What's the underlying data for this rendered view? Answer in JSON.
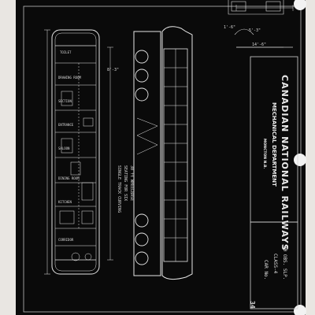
{
  "title_block": {
    "company": "CANADIAN NATIONAL RAILWAYS",
    "department": "MECHANICAL DEPARTMENT",
    "location": "MONCTON N.B."
  },
  "plan_labels": [
    "TOILET",
    "DRAWING ROOM",
    "SECTION",
    "ENTRANCE",
    "SALOON",
    "DINING ROOM",
    "KITCHEN",
    "CORRIDOR"
  ],
  "annotations": {
    "center_note": [
      "SINGLE TRACK CURVING",
      "SEATING FOR SIX",
      "30 ft WHEELBASE"
    ],
    "dims": [
      "8'-3\"",
      "5'-3\"",
      "14'-6\"",
      "1'-6\""
    ]
  },
  "handwritten": {
    "bottom_right": [
      "30 OBS. SLP.",
      "CLASS-4",
      "CAR No."
    ],
    "number": "34"
  },
  "colors": {
    "blueprint_bg": "#0a0a0a",
    "line": "#e6e6e6",
    "paper": "#e9e6e2"
  }
}
